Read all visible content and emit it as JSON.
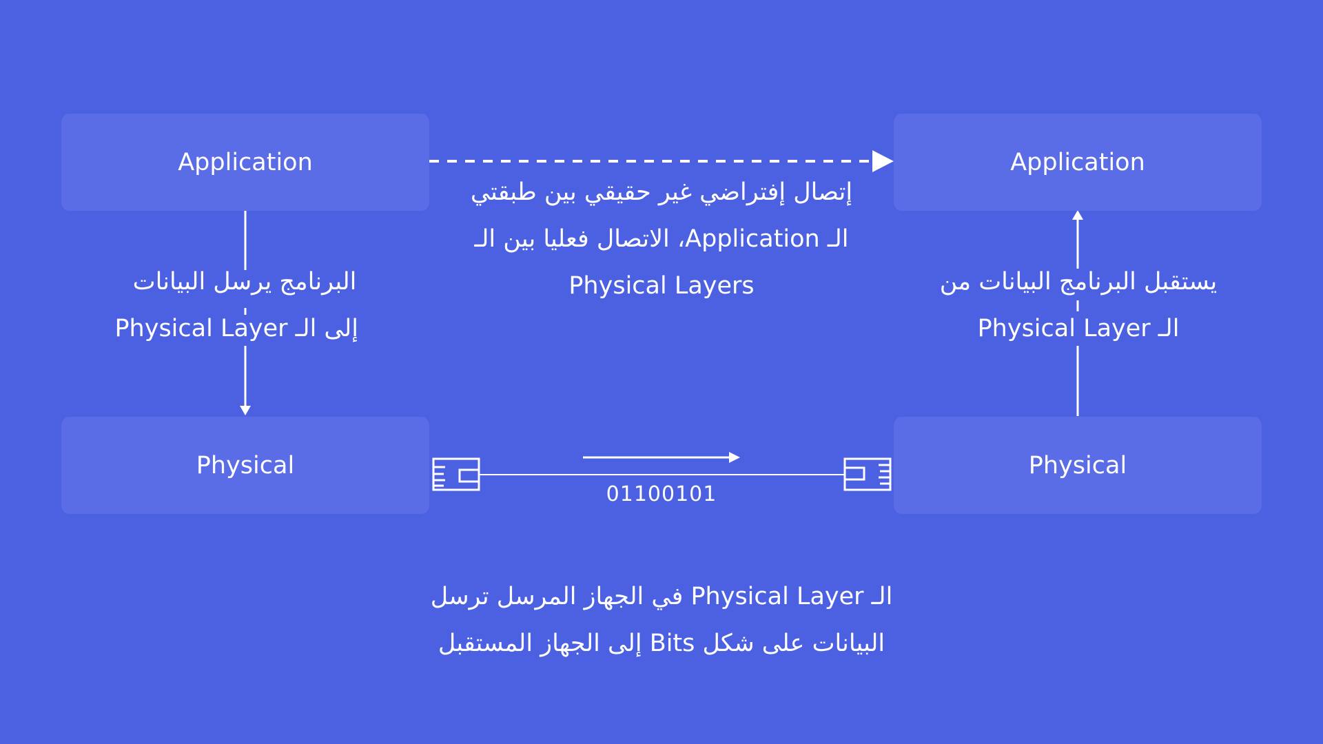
{
  "boxes": {
    "app_left": "Application",
    "app_right": "Application",
    "phy_left": "Physical",
    "phy_right": "Physical"
  },
  "captions": {
    "left": [
      "البرنامج يرسل البيانات",
      "إلى الـ Physical Layer"
    ],
    "right": [
      "يستقبل البرنامج البيانات من",
      "الـ Physical Layer"
    ],
    "center": [
      "إتصال إفتراضي غير حقيقي بين طبقتي",
      "الـ Application، الاتصال فعليا بين الـ",
      "Physical Layers"
    ],
    "bottom": [
      "الـ Physical Layer في الجهاز المرسل ترسل",
      "البيانات على شكل Bits إلى الجهاز المستقبل"
    ]
  },
  "bits": "01100101",
  "colors": {
    "background": "#4c61e1",
    "box": "#5a6ce6",
    "line": "#ffffff"
  }
}
